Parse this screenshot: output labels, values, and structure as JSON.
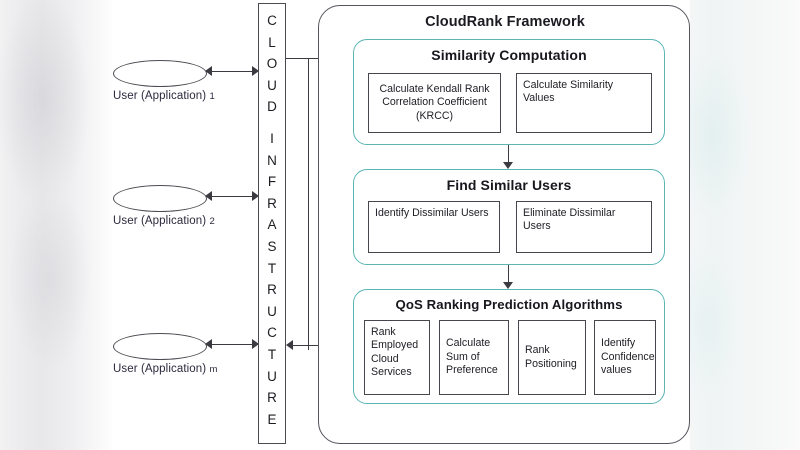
{
  "diagram": {
    "title": "CloudRank Framework",
    "accent_teal": "#5bb5b5",
    "line_color": "#3a3a40"
  },
  "infrastructure": {
    "name": "CLOUD INFRASTRUCTURE",
    "letters_top": [
      "C",
      "L",
      "O",
      "U",
      "D"
    ],
    "letters_bottom": [
      "I",
      "N",
      "F",
      "R",
      "A",
      "S",
      "T",
      "R",
      "U",
      "C",
      "T",
      "U",
      "R",
      "E"
    ]
  },
  "users": [
    {
      "label": "User (Application)",
      "index": "1"
    },
    {
      "label": "User (Application)",
      "index": "2"
    },
    {
      "label": "User (Application)",
      "index": "m"
    }
  ],
  "stages": [
    {
      "title": "Similarity Computation",
      "boxes": [
        {
          "text": "Calculate Kendall Rank Correlation Coefficient (KRCC)"
        },
        {
          "text": "Calculate Similarity Values"
        }
      ]
    },
    {
      "title": "Find Similar Users",
      "boxes": [
        {
          "text": "Identify Dissimilar Users"
        },
        {
          "text": "Eliminate Dissimilar Users"
        }
      ]
    },
    {
      "title": "QoS Ranking Prediction Algorithms",
      "boxes": [
        {
          "text": "Rank Employed Cloud Services"
        },
        {
          "text": "Calculate Sum of Preference"
        },
        {
          "text": "Rank Positioning"
        },
        {
          "text": "Identify Confidence values"
        }
      ]
    }
  ]
}
